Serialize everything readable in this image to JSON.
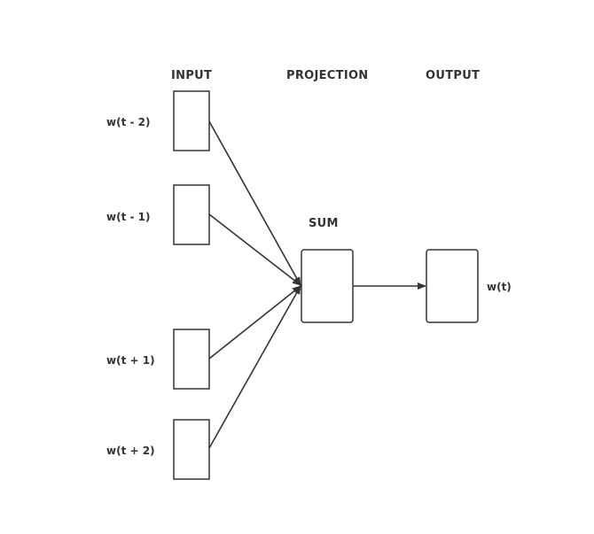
{
  "headers": {
    "input": "INPUT",
    "projection": "PROJECTION",
    "output": "OUTPUT"
  },
  "sum_label": "SUM",
  "inputs": [
    "w(t - 2)",
    "w(t - 1)",
    "w(t + 1)",
    "w(t + 2)"
  ],
  "output": "w(t)",
  "colors": {
    "stroke": "#333333",
    "text": "#333333",
    "background": "#ffffff"
  }
}
